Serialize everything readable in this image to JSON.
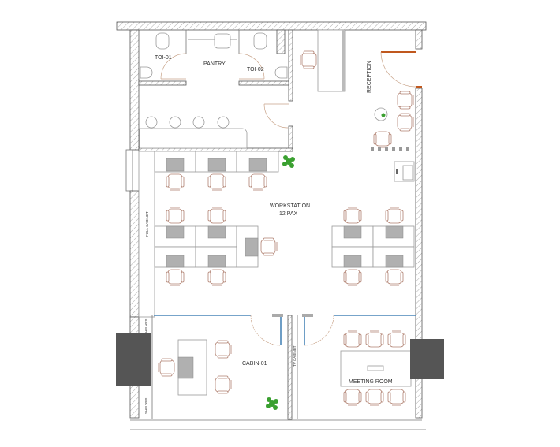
{
  "title": "Office floor plan",
  "rooms": {
    "toilet_1": "TOI-01",
    "pantry": "PANTRY",
    "toilet_2": "TOI-02",
    "reception": "RECEPTION",
    "workstation_line1": "WORKSTATION",
    "workstation_line2": "12 PAX",
    "cabin": "CABIN-01",
    "meeting_room": "MEETING ROOM"
  },
  "fixtures": {
    "full_cabinet": "FULL CABINET",
    "shelves_top": "SHELVES",
    "shelves_bottom": "SHELVES",
    "tv_cabinet": "TV CABINET"
  },
  "colors": {
    "glass_partition": "#4a86b8",
    "entrance_door": "#c0581e",
    "plant": "#3aa030",
    "column": "#555555"
  }
}
